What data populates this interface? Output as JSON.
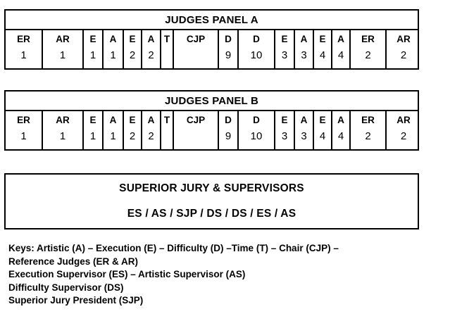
{
  "panels": [
    {
      "id": "panel-a",
      "title": "JUDGES PANEL A",
      "columns": [
        {
          "code": "ER",
          "num": "1",
          "width": 51
        },
        {
          "code": "AR",
          "num": "1",
          "width": 58
        },
        {
          "code": "E",
          "num": "1",
          "width": 28
        },
        {
          "code": "A",
          "num": "1",
          "width": 29
        },
        {
          "code": "E",
          "num": "2",
          "width": 26
        },
        {
          "code": "A",
          "num": "2",
          "width": 27
        },
        {
          "code": "T",
          "num": "",
          "width": 18
        },
        {
          "code": "CJP",
          "num": "",
          "width": 64
        },
        {
          "code": "D",
          "num": "9",
          "width": 28
        },
        {
          "code": "D",
          "num": "10",
          "width": 52
        },
        {
          "code": "E",
          "num": "3",
          "width": 28
        },
        {
          "code": "A",
          "num": "3",
          "width": 27
        },
        {
          "code": "E",
          "num": "4",
          "width": 26
        },
        {
          "code": "A",
          "num": "4",
          "width": 26
        },
        {
          "code": "ER",
          "num": "2",
          "width": 51
        },
        {
          "code": "AR",
          "num": "2",
          "width": 50
        }
      ]
    },
    {
      "id": "panel-b",
      "title": "JUDGES PANEL B",
      "columns": [
        {
          "code": "ER",
          "num": "1",
          "width": 51
        },
        {
          "code": "AR",
          "num": "1",
          "width": 58
        },
        {
          "code": "E",
          "num": "1",
          "width": 28
        },
        {
          "code": "A",
          "num": "1",
          "width": 29
        },
        {
          "code": "E",
          "num": "2",
          "width": 26
        },
        {
          "code": "A",
          "num": "2",
          "width": 27
        },
        {
          "code": "T",
          "num": "",
          "width": 18
        },
        {
          "code": "CJP",
          "num": "",
          "width": 64
        },
        {
          "code": "D",
          "num": "9",
          "width": 28
        },
        {
          "code": "D",
          "num": "10",
          "width": 52
        },
        {
          "code": "E",
          "num": "3",
          "width": 28
        },
        {
          "code": "A",
          "num": "3",
          "width": 27
        },
        {
          "code": "E",
          "num": "4",
          "width": 26
        },
        {
          "code": "A",
          "num": "4",
          "width": 26
        },
        {
          "code": "ER",
          "num": "2",
          "width": 51
        },
        {
          "code": "AR",
          "num": "2",
          "width": 50
        }
      ]
    }
  ],
  "jury": {
    "title": "SUPERIOR JURY & SUPERVISORS",
    "members": "ES  / AS / SJP  / DS / DS / ES / AS"
  },
  "keys": {
    "lines": [
      "Keys: Artistic (A) – Execution (E) – Difficulty (D) –Time (T) – Chair (CJP) –",
      "Reference Judges (ER & AR)",
      "Execution Supervisor (ES) – Artistic Supervisor (AS)",
      "Difficulty Supervisor (DS)",
      "Superior Jury President (SJP)"
    ]
  },
  "colors": {
    "border": "#000000",
    "text": "#000000",
    "background": "#ffffff"
  }
}
